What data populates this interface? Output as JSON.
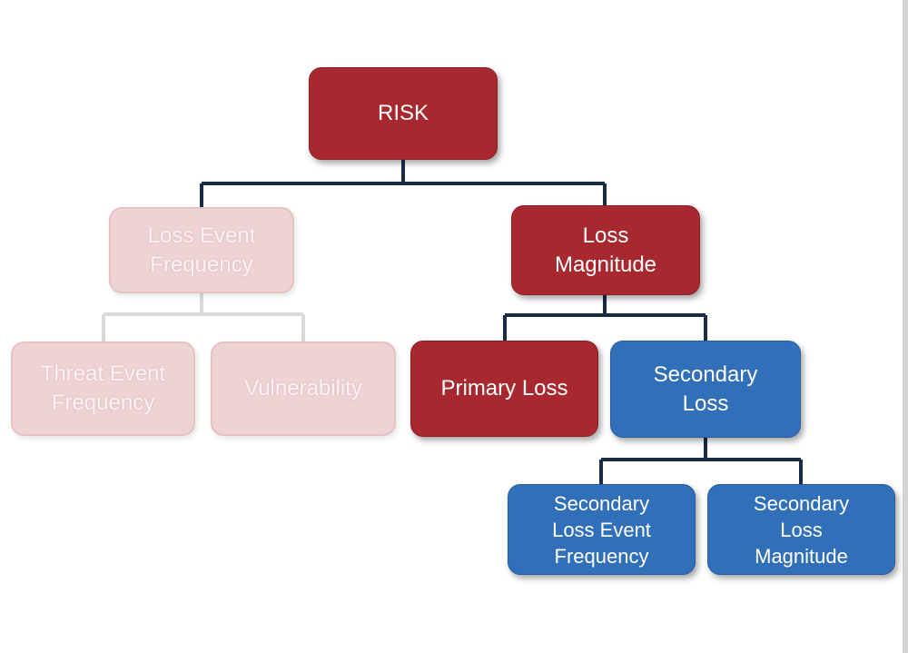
{
  "diagram": {
    "nodes": {
      "risk": "RISK",
      "loss_event_frequency": "Loss Event\nFrequency",
      "loss_magnitude": "Loss\nMagnitude",
      "threat_event_frequency": "Threat Event\nFrequency",
      "vulnerability": "Vulnerability",
      "primary_loss": "Primary Loss",
      "secondary_loss": "Secondary\nLoss",
      "secondary_loss_event_frequency": "Secondary\nLoss Event\nFrequency",
      "secondary_loss_magnitude": "Secondary\nLoss\nMagnitude"
    },
    "colors": {
      "highlight_red": "#a7292f",
      "highlight_blue": "#316fb9",
      "faded": "#eed3d4",
      "connector": "#1c2b45",
      "faded_connector": "#d9d9d9"
    }
  }
}
